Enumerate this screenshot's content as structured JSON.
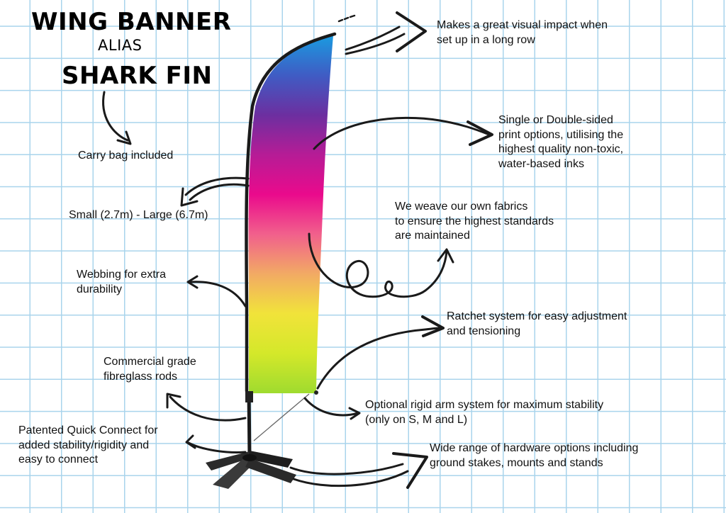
{
  "header": {
    "title": "WING BANNER",
    "alias": "ALIAS",
    "subtitle": "SHARK FIN"
  },
  "features": {
    "visual_impact": [
      "Makes a great visual impact when",
      "set up in a long row"
    ],
    "print_options": [
      "Single or Double-sided",
      "print options, utilising the",
      "highest quality non-toxic,",
      "water-based inks"
    ],
    "fabrics": [
      "We weave our own fabrics",
      "to ensure the highest standards",
      "are maintained"
    ],
    "ratchet": [
      "Ratchet system for easy adjustment",
      "and tensioning"
    ],
    "rigid_arm": [
      "Optional rigid arm system for maximum stability",
      "(only on S, M and L)"
    ],
    "hardware": [
      "Wide range of hardware options including",
      "ground stakes, mounts and stands"
    ],
    "carry_bag": [
      "Carry bag included"
    ],
    "sizes": [
      "Small (2.7m) - Large (6.7m)"
    ],
    "webbing": [
      "Webbing for extra",
      "durability"
    ],
    "rods": [
      "Commercial grade",
      "fibreglass rods"
    ],
    "quick_connect": [
      "Patented Quick Connect for",
      "added stability/rigidity and",
      "easy to connect"
    ]
  },
  "colors": {
    "grid": "#a9d4ec",
    "banner_gradient": [
      "#1a9be0",
      "#3f5cc4",
      "#6c2fa0",
      "#b61c96",
      "#ea0a8c",
      "#f1608c",
      "#f2aa64",
      "#f1e33a",
      "#d4e82a",
      "#9fdb2f"
    ],
    "ink": "#111111"
  }
}
